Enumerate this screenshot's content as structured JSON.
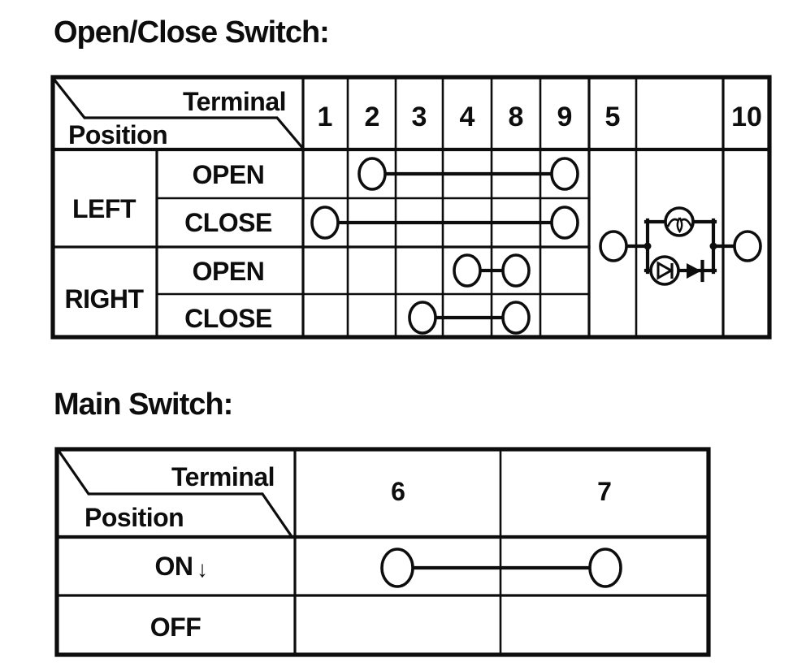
{
  "colors": {
    "ink": "#0d0d0d",
    "paper": "#ffffff"
  },
  "open_close_switch": {
    "title": "Open/Close Switch:",
    "header": {
      "terminal": "Terminal",
      "position": "Position"
    },
    "terminal_columns": [
      "1",
      "2",
      "3",
      "4",
      "8",
      "9",
      "5",
      "10"
    ],
    "groups": [
      "LEFT",
      "RIGHT"
    ],
    "rows": [
      {
        "group": "LEFT",
        "position": "OPEN",
        "connected_terminals": [
          "2",
          "9"
        ]
      },
      {
        "group": "LEFT",
        "position": "CLOSE",
        "connected_terminals": [
          "1",
          "9"
        ]
      },
      {
        "group": "RIGHT",
        "position": "OPEN",
        "connected_terminals": [
          "4",
          "8"
        ]
      },
      {
        "group": "RIGHT",
        "position": "CLOSE",
        "connected_terminals": [
          "3",
          "8"
        ]
      }
    ],
    "lamp_circuit": {
      "connected_terminals": [
        "5",
        "10"
      ],
      "components": [
        "bulb",
        "led",
        "diode"
      ]
    }
  },
  "main_switch": {
    "title": "Main Switch:",
    "header": {
      "terminal": "Terminal",
      "position": "Position"
    },
    "terminal_columns": [
      "6",
      "7"
    ],
    "rows": [
      {
        "position": "ON",
        "direction_marker": "↓",
        "connected_terminals": [
          "6",
          "7"
        ]
      },
      {
        "position": "OFF",
        "connected_terminals": []
      }
    ]
  }
}
